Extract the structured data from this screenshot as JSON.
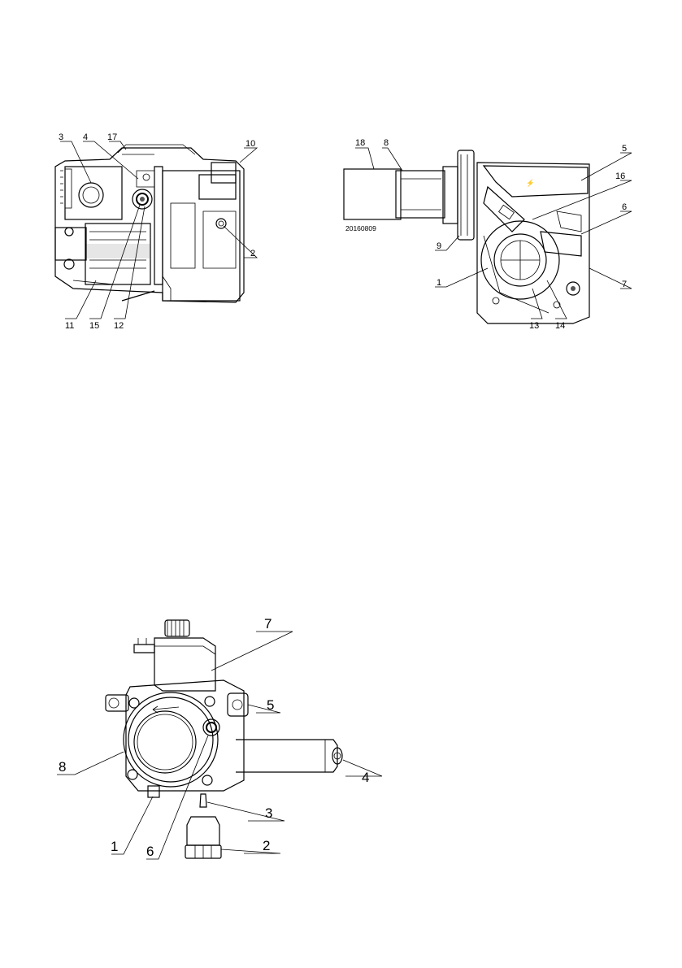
{
  "figure_left": {
    "callouts": [
      "3",
      "4",
      "17",
      "10",
      "2",
      "11",
      "15",
      "12"
    ]
  },
  "figure_right": {
    "callouts": [
      "18",
      "8",
      "5",
      "16",
      "6",
      "9",
      "1",
      "7",
      "13",
      "14"
    ],
    "drawing_code": "20160809"
  },
  "figure_pump": {
    "callouts": [
      "7",
      "5",
      "8",
      "4",
      "3",
      "1",
      "6",
      "2"
    ]
  }
}
